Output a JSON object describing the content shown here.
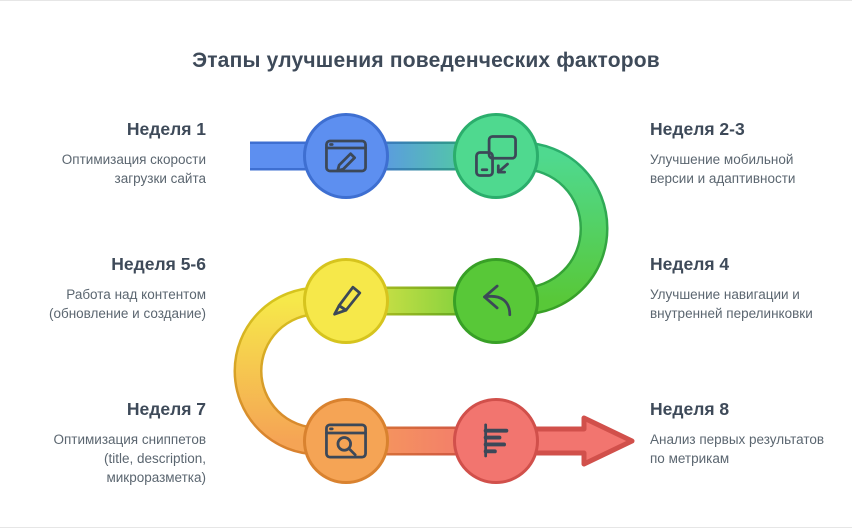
{
  "title": "Этапы улучшения поведенческих факторов",
  "steps": [
    {
      "id": "week1",
      "side": "left",
      "heading": "Неделя 1",
      "description": "Оптимизация скорости загрузки сайта",
      "icon": "speed-pencil-icon",
      "color_name": "blue"
    },
    {
      "id": "week2_3",
      "side": "right",
      "heading": "Неделя 2-3",
      "description": "Улучшение мобильной версии и адаптивности",
      "icon": "responsive-icon",
      "color_name": "mint"
    },
    {
      "id": "week5_6",
      "side": "left",
      "heading": "Неделя 5-6",
      "description": "Работа над контентом (обновление и создание)",
      "icon": "marker-icon",
      "color_name": "yellow"
    },
    {
      "id": "week4",
      "side": "right",
      "heading": "Неделя 4",
      "description": "Улучшение навигации и внутренней перелинковки",
      "icon": "undo-arrow-icon",
      "color_name": "green"
    },
    {
      "id": "week7",
      "side": "left",
      "heading": "Неделя 7",
      "description": "Оптимизация сниппетов (title, description, микроразметка)",
      "icon": "snippet-search-icon",
      "color_name": "orange"
    },
    {
      "id": "week8",
      "side": "right",
      "heading": "Неделя 8",
      "description": "Анализ первых результатов по метрикам",
      "icon": "bar-chart-icon",
      "color_name": "red"
    }
  ],
  "flow": {
    "shape": "serpentine-left-to-right-arrow-end",
    "end_marker": "arrowhead-right"
  },
  "colors": {
    "title_text": "#3E4A59",
    "heading_text": "#3E4A59",
    "body_text": "#5B6670",
    "icon_stroke": "#3C4858",
    "blue": "#5D8FF0",
    "blue_dark": "#3E6FD1",
    "mint": "#4FD98F",
    "mint_dark": "#2BAE6C",
    "green": "#58C838",
    "green_dark": "#38A026",
    "yellow": "#F6E84A",
    "yellow_dark": "#D6C41E",
    "orange": "#F5A455",
    "orange_dark": "#D9822F",
    "red": "#F2756F",
    "red_dark": "#D1504B"
  }
}
